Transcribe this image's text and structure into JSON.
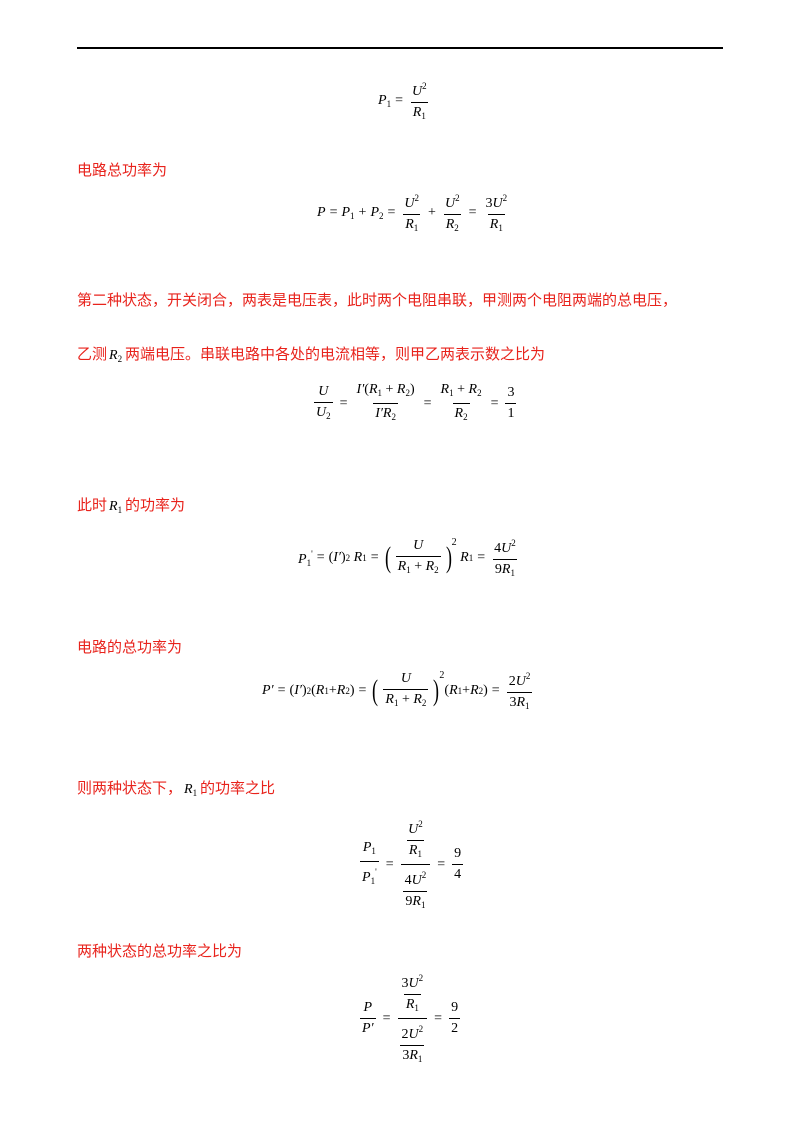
{
  "text": {
    "p1": "电路总功率为",
    "p2": "第二种状态，开关闭合，两表是电压表，此时两个电阻串联，甲测两个电阻两端的总电压，",
    "p3_a": "乙测",
    "p3_b": "两端电压。串联电路中各处的电流相等，则甲乙两表示数之比为",
    "p4_a": "此时",
    "p4_b": "的功率为",
    "p5": "电路的总功率为",
    "p6_a": "则两种状态下，",
    "p6_b": "的功率之比",
    "p7": "两种状态的总功率之比为"
  },
  "colors": {
    "text_red": "#e8231c",
    "rule": "#000000"
  }
}
